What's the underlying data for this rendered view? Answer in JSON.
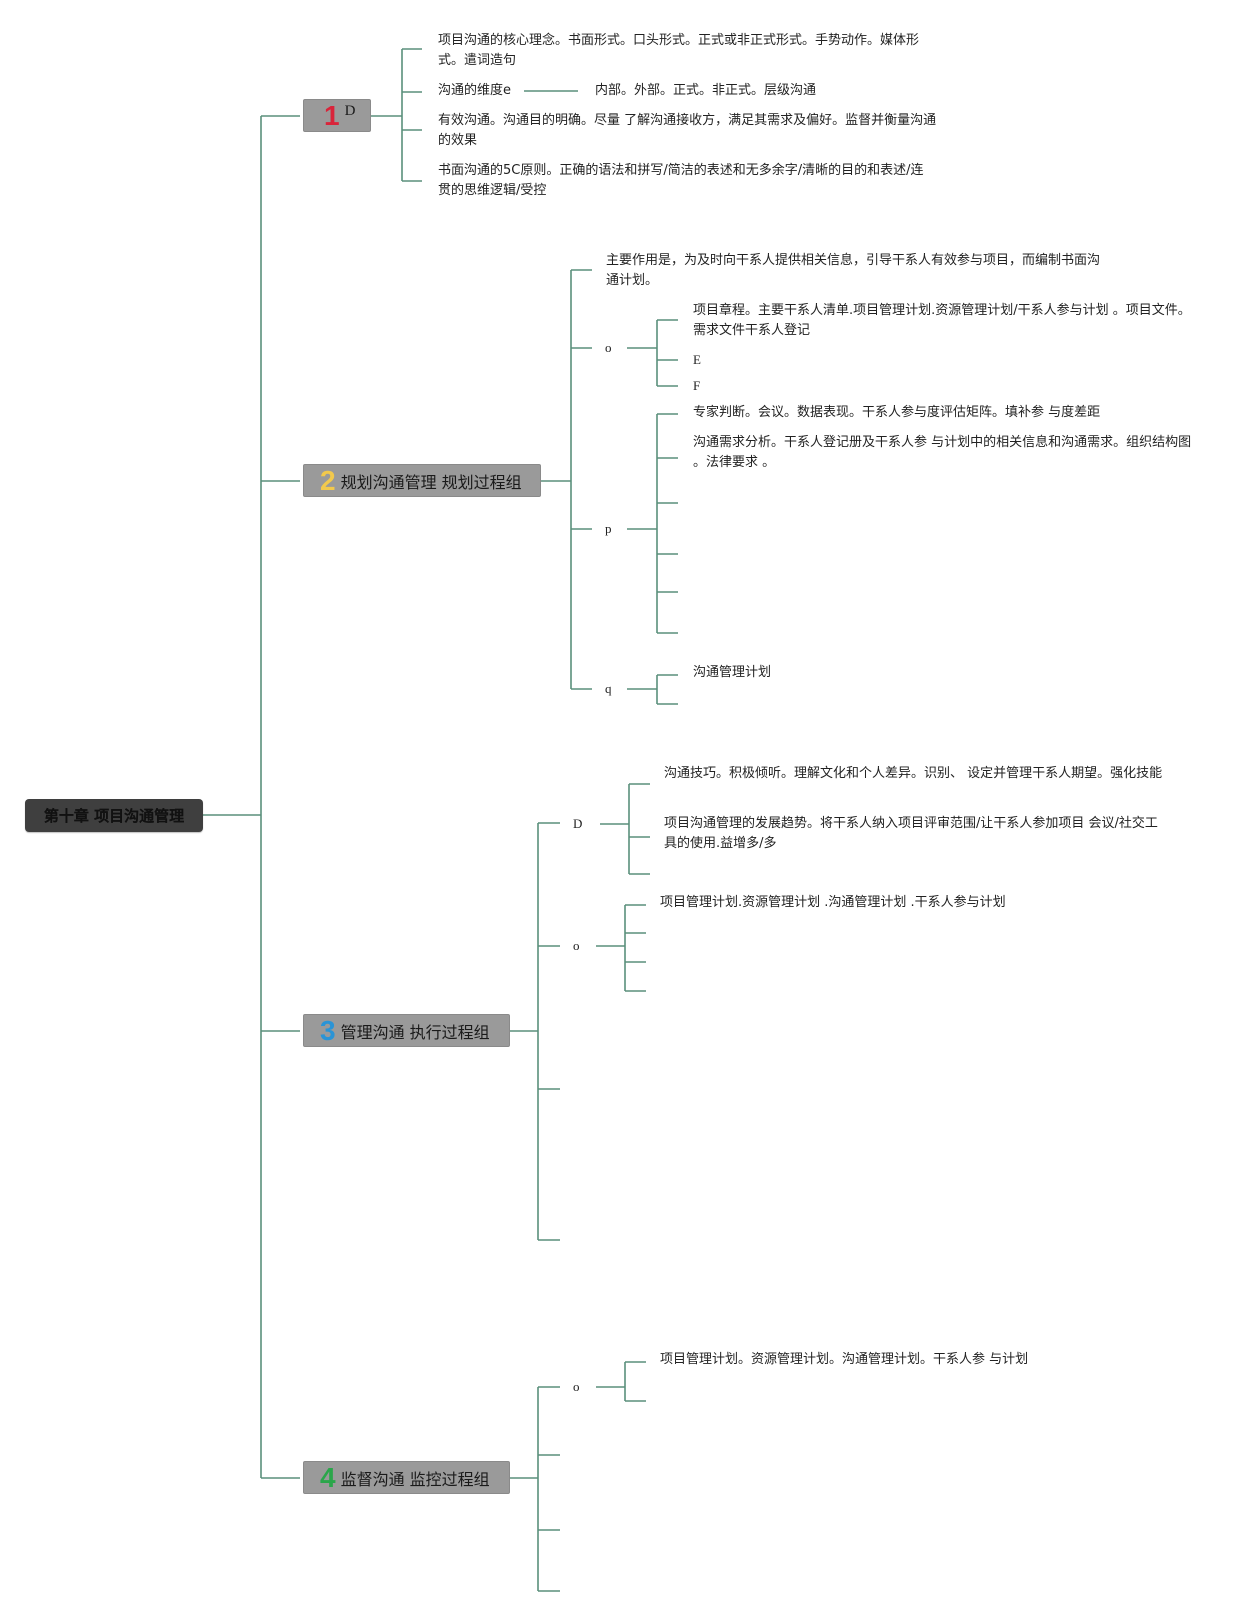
{
  "root": {
    "label": "第十章 项目沟通管理"
  },
  "branch1": {
    "number": "1",
    "label": "D",
    "items": [
      "项目沟通的核心理念。书面形式。口头形式。正式或非正式形式。手势动作。媒体形式。遣词造句",
      "沟通的维度e",
      "有效沟通。沟通目的明确。尽量 了解沟通接收方，满足其需求及偏好。监督并衡量沟通的效果",
      "书面沟通的5C原则。正确的语法和拼写/简洁的表述和无多余字/清晰的目的和表述/连 贯的思维逻辑/受控"
    ],
    "dimension_detail": "内部。外部。正式。非正式。层级沟通"
  },
  "branch2": {
    "number": "2",
    "label": "规划沟通管理 规划过程组",
    "intro": "主要作用是，为及时向干系人提供相关信息，引导干系人有效参与项目，而编制书面沟通计划。",
    "o_label": "o",
    "o_items": [
      "项目章程。主要干系人清单.项目管理计划.资源管理计划/干系人参与计划 。项目文件。需求文件干系人登记",
      "E",
      "F"
    ],
    "p_label": "p",
    "p_items": [
      "专家判断。会议。数据表现。干系人参与度评估矩阵。填补参 与度差距",
      "沟通需求分析。干系人登记册及干系人参 与计划中的相关信息和沟通需求。组织结构图 。法律要求 。"
    ],
    "q_label": "q",
    "q_items": [
      "沟通管理计划"
    ]
  },
  "branch3": {
    "number": "3",
    "label": "管理沟通 执行过程组",
    "d_label": "D",
    "d_items": [
      "沟通技巧。积极倾听。理解文化和个人差异。识别、 设定并管理干系人期望。强化技能",
      "项目沟通管理的发展趋势。将干系人纳入项目评审范围/让干系人参加项目 会议/社交工具的使用.益增多/多"
    ],
    "o_label": "o",
    "o_items": [
      "项目管理计划.资源管理计划 .沟通管理计划 .干系人参与计划"
    ]
  },
  "branch4": {
    "number": "4",
    "label": "监督沟通 监控过程组",
    "o_label": "o",
    "o_items": [
      "项目管理计划。资源管理计划。沟通管理计划。干系人参 与计划"
    ]
  },
  "colors": {
    "line": "#5a8f7b",
    "node_bg": "#9a9a9a",
    "root_bg": "#3f3f3f"
  }
}
